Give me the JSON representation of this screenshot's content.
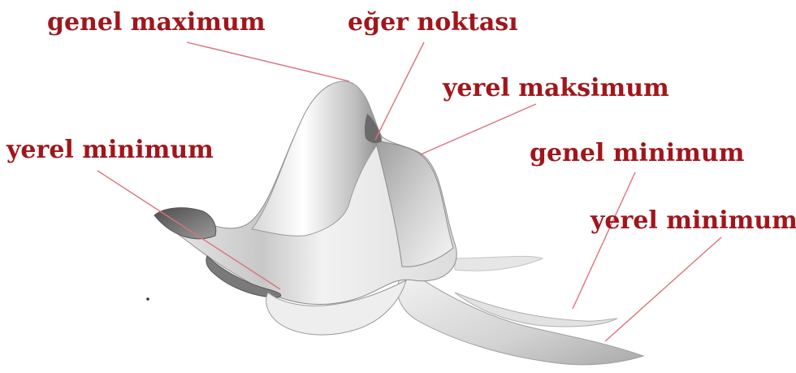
{
  "labels": {
    "global_max": "genel maximum",
    "saddle": "eğer noktası",
    "local_max": "yerel maksimum",
    "local_min_left": "yerel minimum",
    "global_min": "genel minimum",
    "local_min_right": "yerel minimum"
  },
  "colors": {
    "label_text": "#a0161c",
    "leader_line": "#d9737a",
    "surface_light": "#f4f4f4",
    "surface_mid": "#bdbdbd",
    "surface_dark": "#6e6e6e"
  }
}
